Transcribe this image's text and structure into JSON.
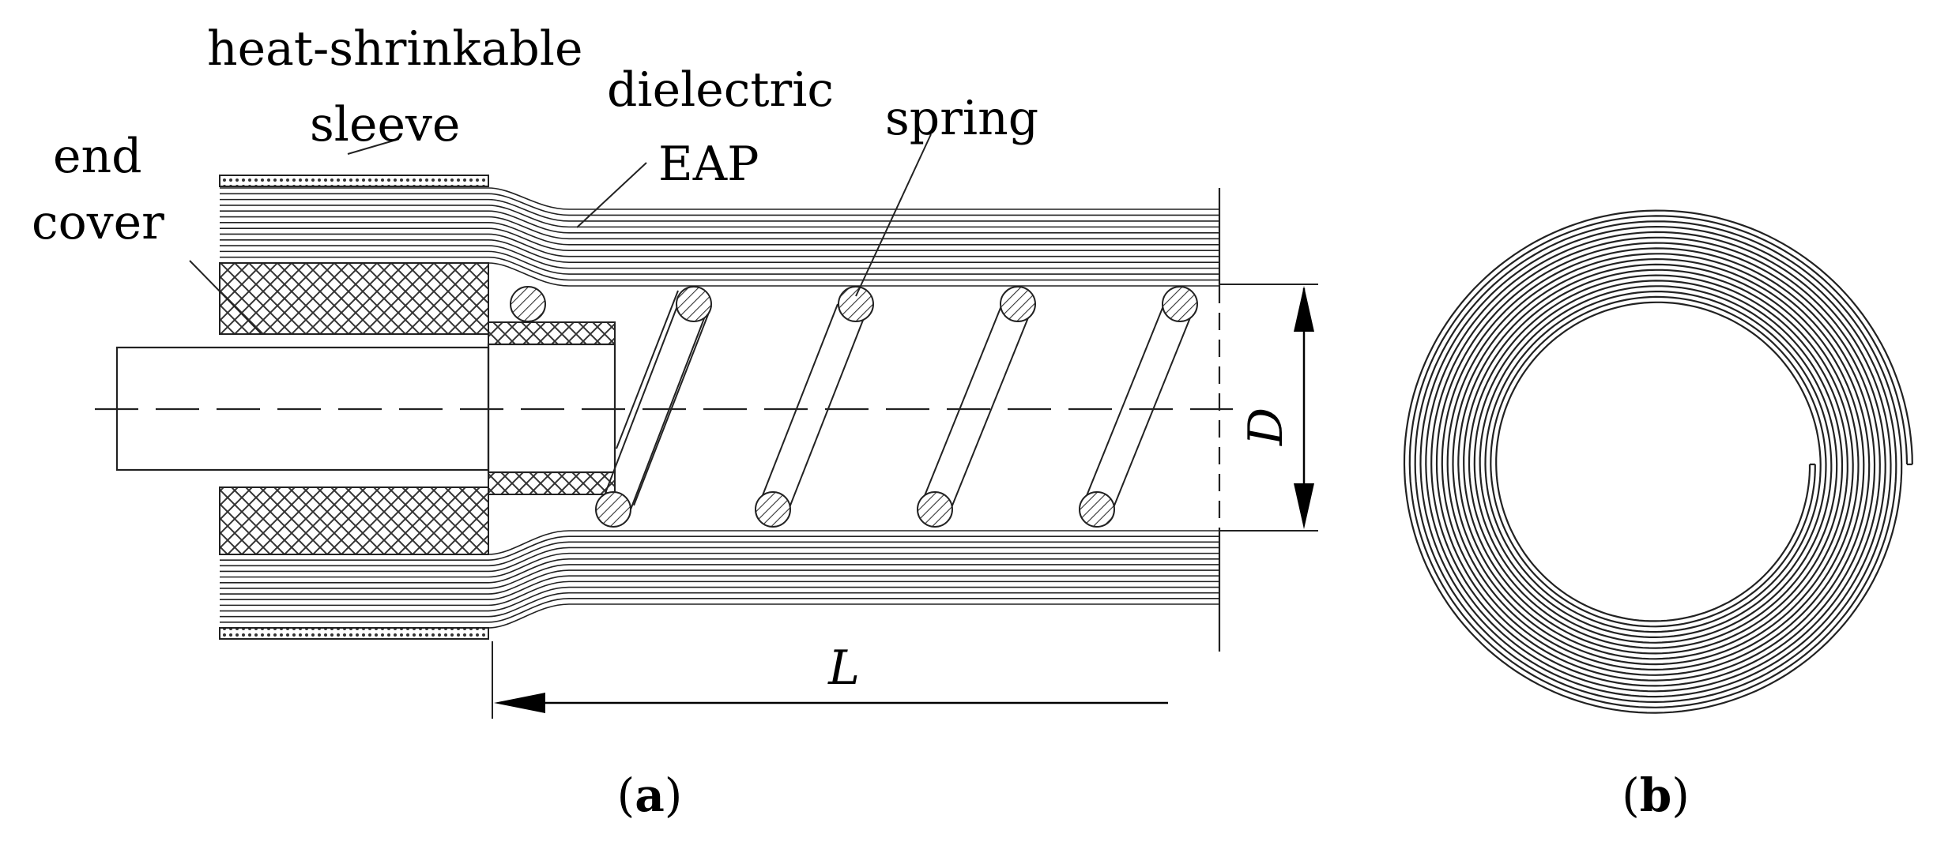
{
  "figure": {
    "panel_a": {
      "labels": {
        "heat_shrinkable_sleeve_line1": "heat-shrinkable",
        "heat_shrinkable_sleeve_line2": "sleeve",
        "end_cover_line1": "end",
        "end_cover_line2": "cover",
        "dielectric_eap_line1": "dielectric",
        "dielectric_eap_line2": "EAP",
        "spring": "spring",
        "diameter_symbol": "D",
        "length_symbol": "L"
      },
      "caption": {
        "open": "(",
        "letter": "a",
        "close": ")"
      }
    },
    "panel_b": {
      "caption": {
        "open": "(",
        "letter": "b",
        "close": ")"
      }
    },
    "colors": {
      "line": "#222222",
      "hatch": "#333333",
      "background": "#ffffff"
    }
  }
}
